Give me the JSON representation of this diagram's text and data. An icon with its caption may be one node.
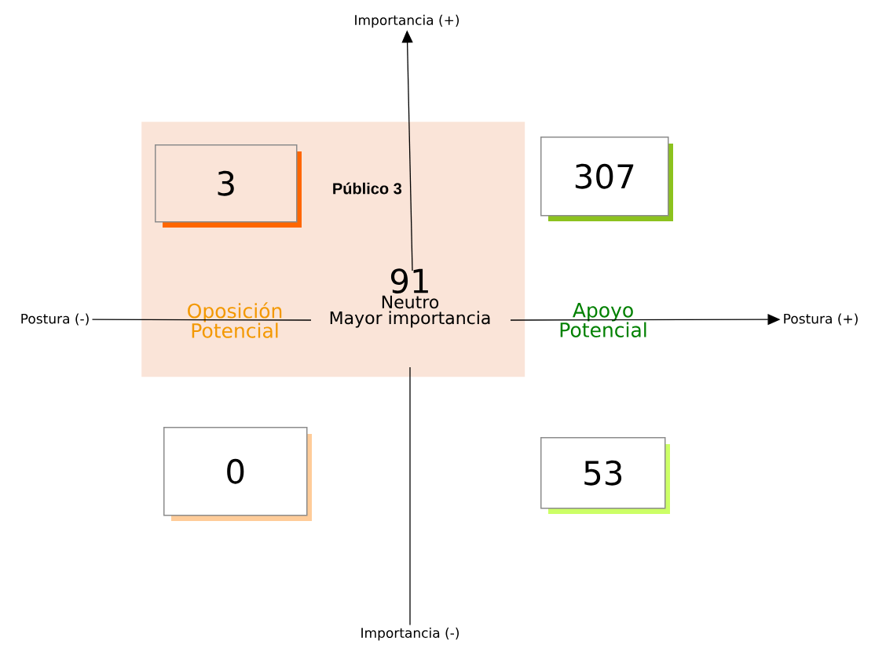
{
  "diagram": {
    "nodes": [
      {
        "text": [
          "Público 3"
        ]
      },
      {
        "text": [
          "3"
        ],
        "in": 0
      },
      {
        "text": [
          "307"
        ]
      },
      {
        "text": [
          "91",
          "Neutro",
          "Mayor importancia"
        ],
        "in": 0
      },
      {
        "text": [
          "0"
        ]
      },
      {
        "text": [
          "53"
        ]
      },
      {
        "text": [
          "Importancia (+)"
        ]
      },
      {
        "text": [
          "Importancia (-)"
        ]
      },
      {
        "text": [
          "Postura (-)"
        ]
      },
      {
        "text": [
          "Postura (+)"
        ]
      }
    ],
    "edges": [
      {
        "from": 3,
        "to": 6,
        "arrow": "to"
      },
      {
        "from": 7,
        "to": 3,
        "arrow": "none"
      },
      {
        "from": 8,
        "to": 3,
        "arrow": "none"
      },
      {
        "from": 3,
        "to": 9,
        "arrow": "to"
      }
    ],
    "labels": [
      "Oposición Potencial",
      "Apoyo Potencial"
    ]
  }
}
